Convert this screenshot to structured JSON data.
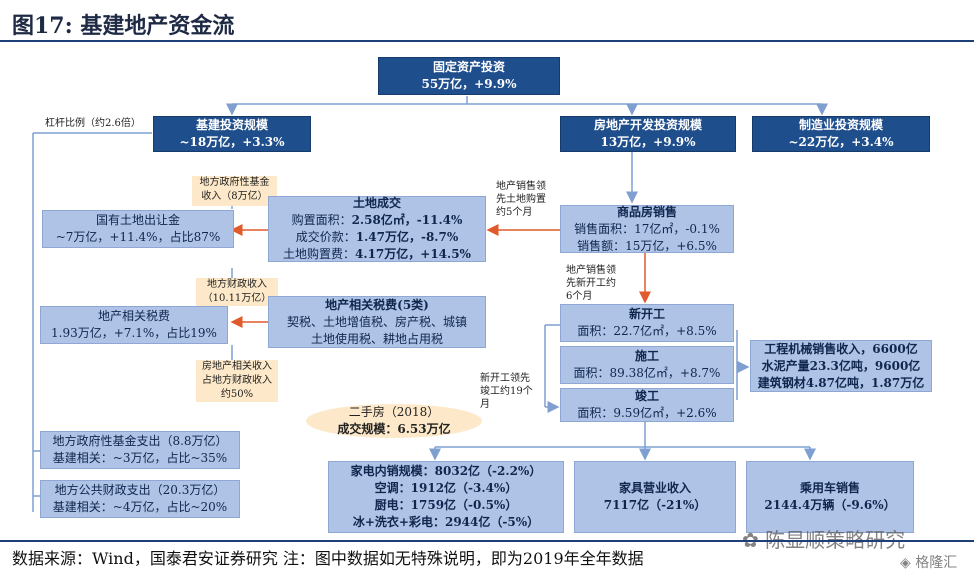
{
  "title": "图17: 基建地产资金流",
  "top": {
    "line1": "固定资产投资",
    "line2": "55万亿，+9.9%"
  },
  "infra": {
    "line1": "基建投资规模",
    "line2": "~18万亿，+3.3%"
  },
  "realestate": {
    "line1": "房地产开发投资规模",
    "line2": "13万亿，+9.9%"
  },
  "manufacturing": {
    "line1": "制造业投资规模",
    "line2": "~22万亿，+3.4%"
  },
  "leverage_note": "杠杆比例（约2.6倍）",
  "gov_fund_income": {
    "line1": "地方政府性基金",
    "line2": "收入（8万亿）"
  },
  "land_sale": {
    "line1": "国有土地出让金",
    "line2": "~7万亿，+11.4%，占比87%"
  },
  "land_deal": {
    "title": "土地成交",
    "line1_label": "购置面积：",
    "line1_value": "2.58亿㎡，-11.4%",
    "line2_label": "成交价款：",
    "line2_value": "1.47万亿，-8.7%",
    "line3_label": "土地购置费：",
    "line3_value": "4.17万亿，+14.5%"
  },
  "sales_note1": {
    "line1": "地产销售领",
    "line2": "先土地购置",
    "line3": "约5个月"
  },
  "housing_sales": {
    "title": "商品房销售",
    "line1": "销售面积：17亿㎡，-0.1%",
    "line2": "销售额：15万亿，+6.5%"
  },
  "fiscal_income": {
    "line1": "地方财政收入",
    "line2": "（10.11万亿）"
  },
  "tax_related": {
    "line1": "地产相关税费",
    "line2": "1.93万亿，+7.1%，占比19%"
  },
  "tax_detail": {
    "title": "地产相关税费(5类)",
    "line1": "契税、土地增值税、房产税、城镇",
    "line2": "土地使用税、耕地占用税"
  },
  "tax_share_note": {
    "line1": "房地产相关收入",
    "line2": "占地方财政收入",
    "line3": "约50%"
  },
  "sales_note2": {
    "line1": "地产销售领",
    "line2": "先新开工约",
    "line3": "6个月"
  },
  "new_start": {
    "title": "新开工",
    "line1": "面积：22.7亿㎡，+8.5%"
  },
  "construction": {
    "title": "施工",
    "line1": "面积：89.38亿㎡，+8.7%"
  },
  "completion": {
    "title": "竣工",
    "line1": "面积：9.59亿㎡，+2.6%"
  },
  "start_note": {
    "line1": "新开工领先",
    "line2": "竣工约19个",
    "line3": "月"
  },
  "machinery": {
    "line1": "工程机械销售收入，6600亿",
    "line2": "水泥产量23.3亿吨，9600亿",
    "line3": "建筑钢材4.87亿吨，1.87万亿"
  },
  "second_hand": {
    "line1": "二手房（2018）",
    "line2": "成交规模：6.53万亿"
  },
  "gov_fund_exp": {
    "line1": "地方政府性基金支出（8.8万亿）",
    "line2": "基建相关：~3万亿，占比~35%"
  },
  "public_exp": {
    "line1": "地方公共财政支出（20.3万亿）",
    "line2": "基建相关：~4万亿，占比~20%"
  },
  "appliances": {
    "line1": "家电内销规模：8032亿（-2.2%）",
    "line2": "空调：1912亿（-3.4%）",
    "line3": "厨电：1759亿（-0.5%）",
    "line4": "冰+洗衣+彩电：2944亿（-5%）"
  },
  "furniture": {
    "line1": "家具营业收入",
    "line2": "7117亿（-21%）"
  },
  "cars": {
    "line1": "乘用车销售",
    "line2": "2144.4万辆（-9.6%）"
  },
  "source": "数据来源：Wind，国泰君安证券研究  注：图中数据如无特殊说明，即为2019年全年数据",
  "watermark1": "陈显顺策略研究",
  "watermark2": "格隆汇",
  "colors": {
    "dark_box": "#1f4e8c",
    "light_box": "#aec3e6",
    "note_bg": "#fde9c9",
    "arrow_red": "#e05a2b",
    "arrow_blue": "#7f9fd0"
  }
}
